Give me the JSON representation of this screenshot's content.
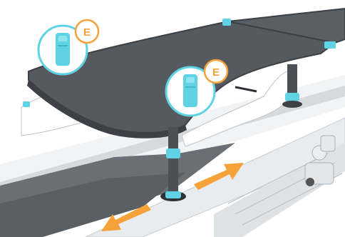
{
  "callouts": [
    {
      "letter": "E",
      "icon": "cyan-clip-icon"
    },
    {
      "letter": "E",
      "icon": "cyan-clip-icon"
    }
  ],
  "arrows": [
    {
      "icon": "orange-arrow-up-right-icon",
      "meaning": "slide-direction"
    },
    {
      "icon": "orange-arrow-down-left-icon",
      "meaning": "slide-direction"
    }
  ],
  "colors": {
    "board": "#555a60",
    "board_edge": "#3d4147",
    "accent_cyan": "#5fd3e3",
    "accent_orange": "#f5a23a",
    "rail": "#e9ecee",
    "mattress": "#6a6f75"
  }
}
